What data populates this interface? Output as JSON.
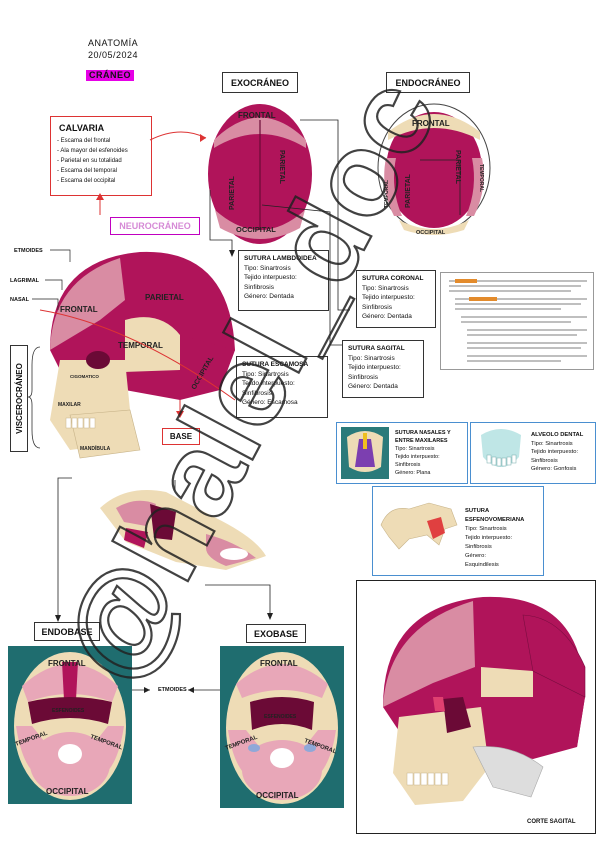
{
  "header": {
    "subject": "ANATOMÍA",
    "date": "20/05/2024",
    "topic": "CRÁNEO"
  },
  "exocraneo": {
    "title": "EXOCRÁNEO",
    "frontal": "FRONTAL",
    "parietal_left": "PARIETAL",
    "parietal_right": "PARIETAL",
    "occipital": "OCCIPITAL"
  },
  "endocraneo": {
    "title": "ENDOCRÁNEO",
    "frontal": "FRONTAL",
    "parietal_left": "PARIETAL",
    "parietal_right": "PARIETAL",
    "temporal_left": "TEMPORAL",
    "temporal_right": "TEMPORAL",
    "occipital": "OCCIPITAL"
  },
  "calvaria": {
    "title": "CALVARIA",
    "items": [
      "- Escama del frontal",
      "- Ala mayor del esfenoides",
      "- Parietal en su totalidad",
      "- Escama del temporal",
      "- Escama del occipital"
    ]
  },
  "neurocraneo": {
    "title": "NEUROCRÁNEO"
  },
  "lateral_skull": {
    "frontal": "FRONTAL",
    "parietal": "PARIETAL",
    "temporal": "TEMPORAL",
    "occipital": "OCCIPITAL",
    "cigomatico": "CIGOMATICO",
    "maxilar": "MAXILAR",
    "mandibula": "MANDÍBULA",
    "etmoides": "ETMOIDES",
    "lagrimal": "LAGRIMAL",
    "nasal": "NASAL"
  },
  "viscerocraneo": {
    "title": "VISCEROCRÁNEO"
  },
  "base": {
    "title": "BASE"
  },
  "sutura_lambdoidea": {
    "title": "SUTURA LAMBDOIDEA",
    "lines": [
      "Tipo: Sinartrosis",
      "Tejido interpuesto:",
      "Sinfibrosis",
      "Género: Dentada"
    ]
  },
  "sutura_coronal": {
    "title": "SUTURA CORONAL",
    "lines": [
      "Tipo: Sinartrosis",
      "Tejido interpuesto:",
      "Sinfibrosis",
      "Género: Dentada"
    ]
  },
  "sutura_sagital": {
    "title": "SUTURA SAGITAL",
    "lines": [
      "Tipo: Sinartrosis",
      "Tejido interpuesto:",
      "Sinfibrosis",
      "Género: Dentada"
    ]
  },
  "sutura_escamosa": {
    "title": "SUTURA ESCAMOSA",
    "lines": [
      "Tipo: Sinartrosis",
      "Tejido interpuesto:",
      "Sinfibrosis",
      "Género: Escamosa"
    ]
  },
  "sutura_nasales": {
    "title": "SUTURA NASALES Y ENTRE MAXILARES",
    "lines": [
      "Tipo: Sinartrosis",
      "Tejido interpuesto:",
      "Sinfibrosis",
      "Género: Plana"
    ]
  },
  "alveolo_dental": {
    "title": "ALVEOLO DENTAL",
    "lines": [
      "Tipo: Sinartrosis",
      "Tejido interpuesto:",
      "Sinfibrosis",
      "Género: Gonfosis"
    ]
  },
  "sutura_esfenovomeriana": {
    "title": "SUTURA ESFENOVOMERIANA",
    "lines": [
      "Tipo: Sinartrosis",
      "Tejido interpuesto:",
      "Sinfibrosis",
      "Género:",
      "Esquindilesis"
    ]
  },
  "endobase": {
    "title": "ENDOBASE",
    "frontal": "FRONTAL",
    "esfenoides": "ESFENOIDES",
    "temporal_left": "TEMPORAL",
    "temporal_right": "TEMPORAL",
    "occipital": "OCCIPITAL"
  },
  "exobase": {
    "title": "EXOBASE",
    "frontal": "FRONTAL",
    "esfenoides": "ESFENOIDES",
    "temporal_left": "TEMPORAL",
    "temporal_right": "TEMPORAL",
    "occipital": "OCCIPITAL"
  },
  "etmoides_center": {
    "label": "ETMOIDES"
  },
  "corte_sagital": {
    "title": "CORTE SAGITAL"
  },
  "watermark": {
    "text": "@halel_doc"
  },
  "colors": {
    "magenta": "#b0145a",
    "bone": "#eedcb6",
    "pink": "#d98ca3",
    "highlight": "#e600e6",
    "red": "#d33333",
    "blue": "#4a8fd0"
  }
}
